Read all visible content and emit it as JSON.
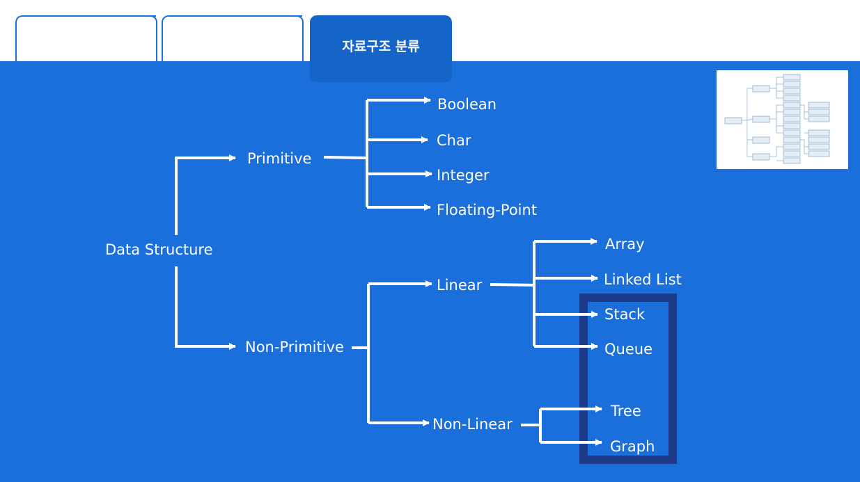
{
  "tabs": [
    {
      "label": ""
    },
    {
      "label": ""
    },
    {
      "label": "자료구조 분류",
      "active": true
    }
  ],
  "colors": {
    "panel": "#1a6fdb",
    "active_tab": "#1565c8",
    "highlight_box": "#1e3a8a",
    "line": "#ffffff"
  },
  "diagram": {
    "root": "Data Structure",
    "primitive": {
      "label": "Primitive",
      "children": [
        "Boolean",
        "Char",
        "Integer",
        "Floating-Point"
      ]
    },
    "non_primitive": {
      "label": "Non-Primitive",
      "linear": {
        "label": "Linear",
        "children": [
          "Array",
          "Linked List",
          "Stack",
          "Queue"
        ]
      },
      "non_linear": {
        "label": "Non-Linear",
        "children": [
          "Tree",
          "Graph"
        ]
      }
    },
    "highlighted": [
      "Stack",
      "Queue",
      "Tree",
      "Graph"
    ]
  },
  "thumbnail": {
    "icon": "data-structure-tree-thumbnail"
  }
}
